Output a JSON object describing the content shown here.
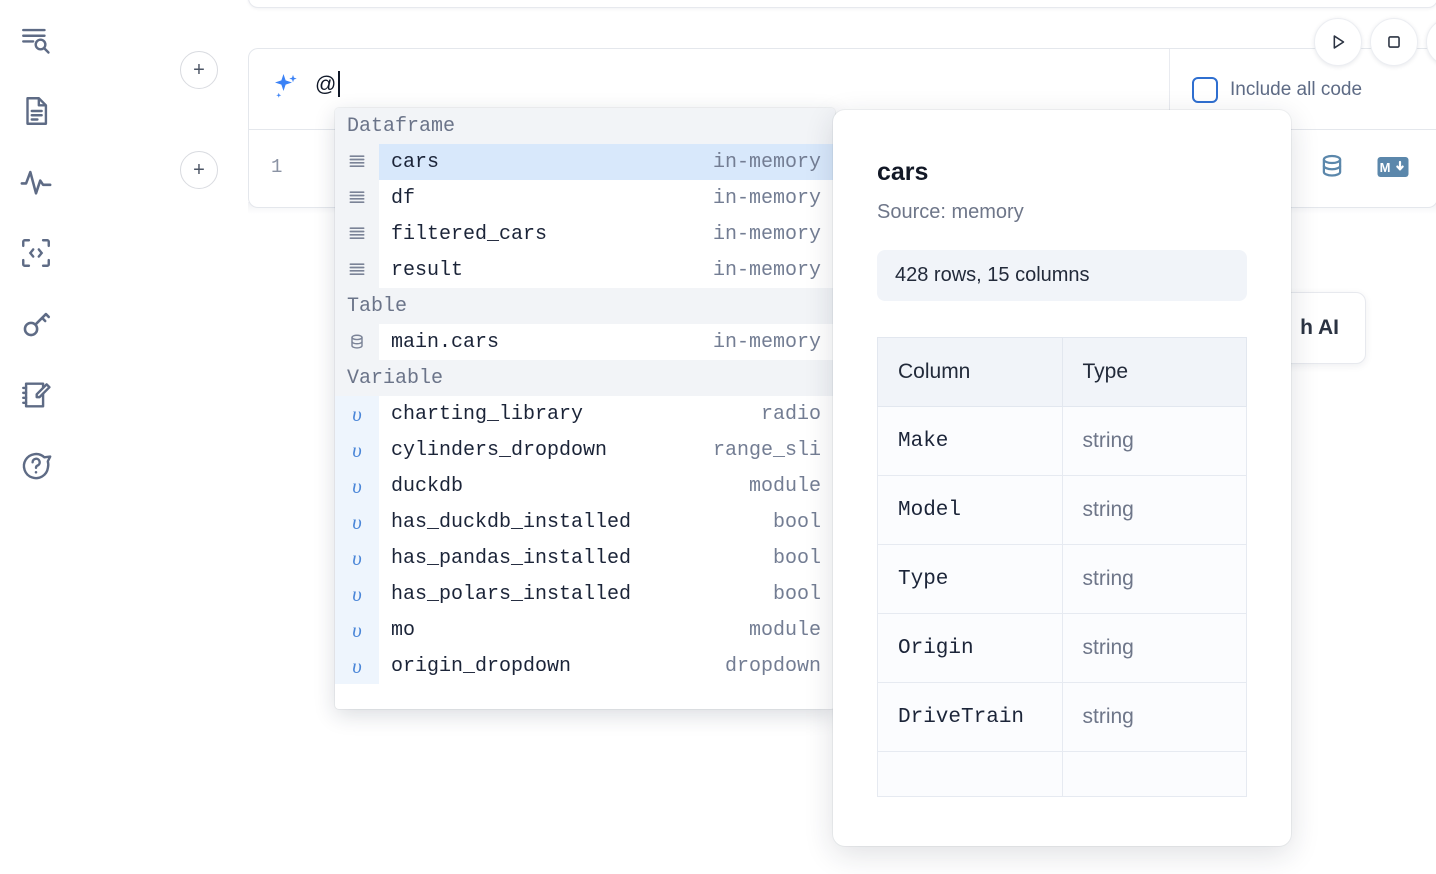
{
  "sidebar": {
    "items": [
      {
        "name": "search-outline-icon",
        "label": "Outline search"
      },
      {
        "name": "document-icon",
        "label": "Notebook file"
      },
      {
        "name": "activity-icon",
        "label": "Activity"
      },
      {
        "name": "code-snippet-icon",
        "label": "Snippets"
      },
      {
        "name": "key-icon",
        "label": "Secrets"
      },
      {
        "name": "scratchpad-icon",
        "label": "Scratchpad"
      },
      {
        "name": "help-chat-icon",
        "label": "Help"
      }
    ]
  },
  "toolbar": {
    "run_label": "Run",
    "stop_label": "Interrupt",
    "add_cell_label": "+"
  },
  "ai_prompt": {
    "value": "@",
    "placeholder": "",
    "include_all_code_label": "Include all code",
    "include_all_code_checked": false,
    "sparkle_color": "#3b82f6"
  },
  "editor": {
    "line_number": "1",
    "database_icon": "database-icon",
    "markdown_icon": "markdown-icon",
    "icon_color": "#5b87ab"
  },
  "ai_pill": {
    "label": "h AI"
  },
  "autocomplete": {
    "selected": "cars",
    "highlight_color": "#d8e8fb",
    "groups": [
      {
        "label": "Dataframe",
        "icon": "dataframe-icon",
        "items": [
          {
            "name": "cars",
            "kind": "in-memory",
            "selected": true
          },
          {
            "name": "df",
            "kind": "in-memory",
            "selected": false
          },
          {
            "name": "filtered_cars",
            "kind": "in-memory",
            "selected": false
          },
          {
            "name": "result",
            "kind": "in-memory",
            "selected": false
          }
        ]
      },
      {
        "label": "Table",
        "icon": "table-db-icon",
        "items": [
          {
            "name": "main.cars",
            "kind": "in-memory",
            "selected": false
          }
        ]
      },
      {
        "label": "Variable",
        "icon": "variable-icon",
        "items": [
          {
            "name": "charting_library",
            "kind": "radio",
            "selected": false
          },
          {
            "name": "cylinders_dropdown",
            "kind": "range_sli",
            "selected": false
          },
          {
            "name": "duckdb",
            "kind": "module",
            "selected": false
          },
          {
            "name": "has_duckdb_installed",
            "kind": "bool",
            "selected": false
          },
          {
            "name": "has_pandas_installed",
            "kind": "bool",
            "selected": false
          },
          {
            "name": "has_polars_installed",
            "kind": "bool",
            "selected": false
          },
          {
            "name": "mo",
            "kind": "module",
            "selected": false
          },
          {
            "name": "origin_dropdown",
            "kind": "dropdown",
            "selected": false
          }
        ]
      }
    ]
  },
  "preview": {
    "title": "cars",
    "source": "Source: memory",
    "shape": "428 rows, 15 columns",
    "columns_header": "Column",
    "type_header": "Type",
    "rows": [
      {
        "column": "Make",
        "type": "string"
      },
      {
        "column": "Model",
        "type": "string"
      },
      {
        "column": "Type",
        "type": "string"
      },
      {
        "column": "Origin",
        "type": "string"
      },
      {
        "column": "DriveTrain",
        "type": "string"
      }
    ]
  }
}
